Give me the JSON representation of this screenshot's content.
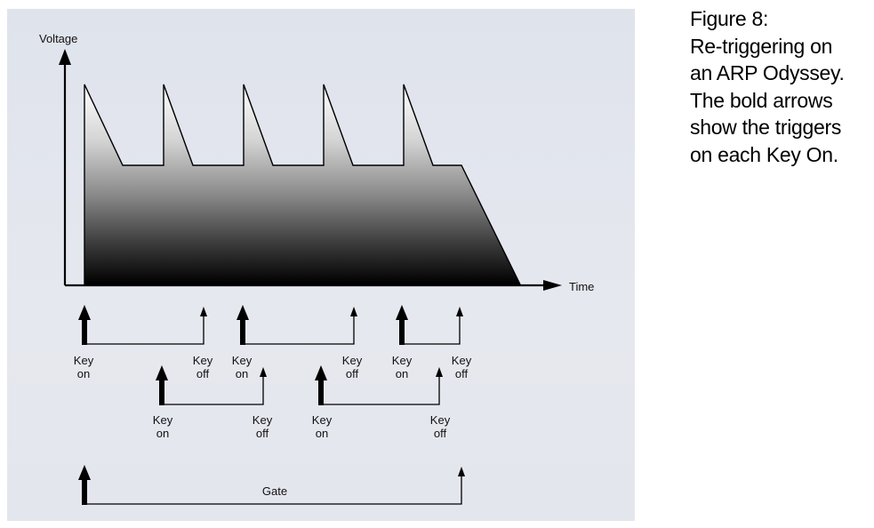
{
  "axes": {
    "y_label": "Voltage",
    "x_label": "Time"
  },
  "envelope": {
    "levels": {
      "peak": 1.0,
      "sustain": 0.6
    },
    "retrigger_count": 5
  },
  "triggers": {
    "key_on_lines": [
      "Key",
      "on"
    ],
    "key_off_lines": [
      "Key",
      "off"
    ]
  },
  "gate": {
    "label": "Gate"
  },
  "caption": {
    "lines": [
      "Figure 8:",
      "Re-triggering on",
      "an ARP Odyssey.",
      "The bold arrows",
      "show the triggers",
      "on each Key On."
    ]
  },
  "colors": {
    "axis": "#000000",
    "panel_bg": "#e2e5ed",
    "fill_top": "#ffffff",
    "fill_bottom": "#000000"
  }
}
